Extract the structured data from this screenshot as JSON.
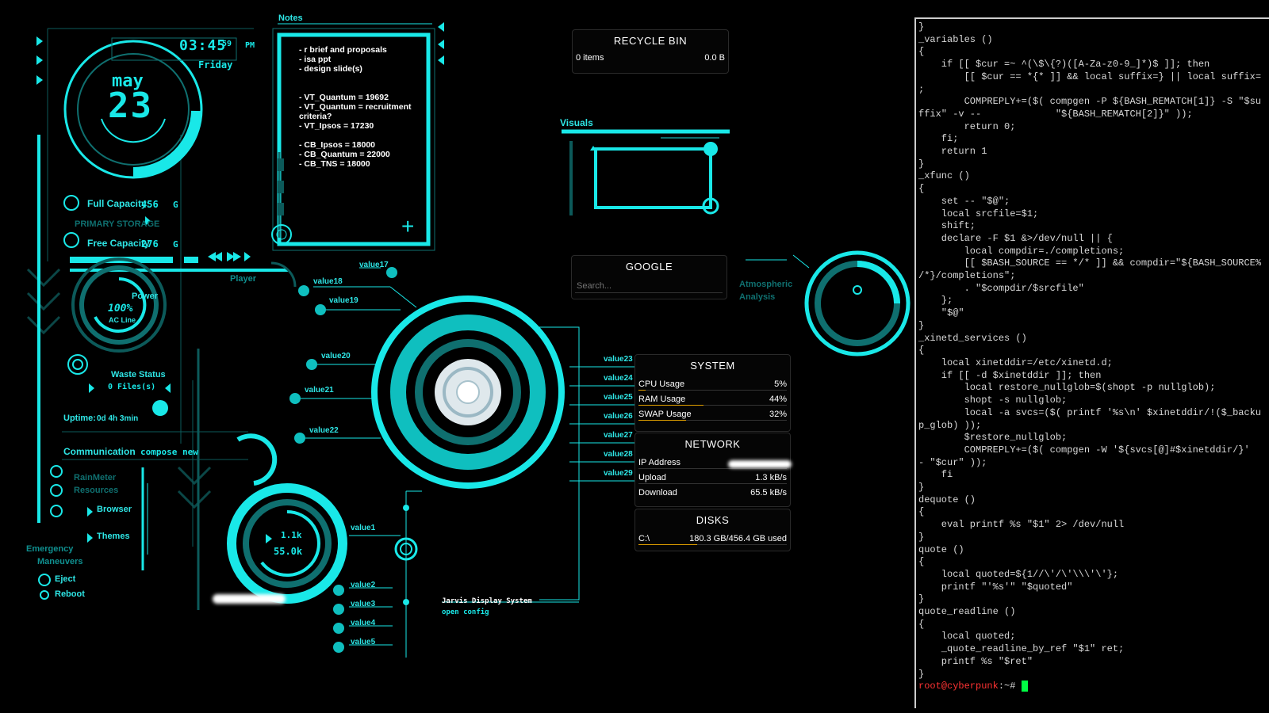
{
  "clock": {
    "time": "03:45",
    "seconds": "59",
    "ampm": "PM",
    "day": "Friday",
    "month": "may",
    "date": "23"
  },
  "notes": {
    "title": "Notes",
    "lines": [
      "- r brief and proposals",
      "- isa ppt",
      "- design slide(s)",
      "",
      "",
      "- VT_Quantum = 19692",
      "- VT_Quantum = recruitment",
      "criteria?",
      "- VT_Ipsos = 17230",
      "",
      "- CB_Ipsos = 18000",
      "- CB_Quantum = 22000",
      "- CB_TNS = 18000"
    ],
    "add": "+"
  },
  "storage": {
    "full_label": "Full Capacity:",
    "full_value": "456",
    "full_unit": "G",
    "primary": "PRIMARY STORAGE",
    "free_label": "Free Capacity",
    "free_value": "276",
    "free_unit": "G"
  },
  "player": {
    "label": "Player"
  },
  "power": {
    "label": "Power",
    "percent": "100%",
    "source": "AC Line"
  },
  "waste": {
    "label": "Waste Status",
    "files": "0 Files(s)"
  },
  "uptime": {
    "label": "Uptime:",
    "value": "0d 4h 3min"
  },
  "communication": {
    "label": "Communication",
    "compose": "compose new"
  },
  "rainmeter": {
    "line1": "RainMeter",
    "line2": "Resources",
    "browser": "Browser",
    "themes": "Themes"
  },
  "emergency": {
    "line1": "Emergency",
    "line2": "Maneuvers",
    "eject": "Eject",
    "reboot": "Reboot"
  },
  "gauge": {
    "top": "1.1k",
    "bottom": "55.0k"
  },
  "values": {
    "v1": "value1",
    "v2": "value2",
    "v3": "value3",
    "v4": "value4",
    "v5": "value5",
    "v17": "value17",
    "v18": "value18",
    "v19": "value19",
    "v20": "value20",
    "v21": "value21",
    "v22": "value22",
    "v23": "value23",
    "v24": "value24",
    "v25": "value25",
    "v26": "value26",
    "v27": "value27",
    "v28": "value28",
    "v29": "value29"
  },
  "jarvis": {
    "line1": "Jarvis Display System",
    "line2": "open config"
  },
  "recycle": {
    "title": "RECYCLE BIN",
    "items": "0 items",
    "size": "0.0 B"
  },
  "visuals": {
    "label": "Visuals"
  },
  "google": {
    "title": "GOOGLE",
    "placeholder": "Search..."
  },
  "atmospheric": {
    "line1": "Atmospheric",
    "line2": "Analysis"
  },
  "system": {
    "title": "SYSTEM",
    "cpu_label": "CPU Usage",
    "cpu_value": "5%",
    "cpu_pct": 5,
    "ram_label": "RAM Usage",
    "ram_value": "44%",
    "ram_pct": 44,
    "swap_label": "SWAP Usage",
    "swap_value": "32%",
    "swap_pct": 32
  },
  "network": {
    "title": "NETWORK",
    "ip_label": "IP Address",
    "upload_label": "Upload",
    "upload_value": "1.3 kB/s",
    "download_label": "Download",
    "download_value": "65.5 kB/s"
  },
  "disks": {
    "title": "DISKS",
    "drive": "C:\\",
    "usage": "180.3 GB/456.4 GB used",
    "used_pct": 39.5
  },
  "terminal": {
    "lines": [
      "}",
      "_variables ()",
      "{",
      "    if [[ $cur =~ ^(\\$\\{?)([A-Za-z0-9_]*)$ ]]; then",
      "        [[ $cur == *{* ]] && local suffix=} || local suffix=",
      ";",
      "        COMPREPLY+=($( compgen -P ${BASH_REMATCH[1]} -S \"$su",
      "ffix\" -v --             \"${BASH_REMATCH[2]}\" ));",
      "        return 0;",
      "    fi;",
      "    return 1",
      "}",
      "_xfunc ()",
      "{",
      "    set -- \"$@\";",
      "    local srcfile=$1;",
      "    shift;",
      "    declare -F $1 &>/dev/null || {",
      "        local compdir=./completions;",
      "        [[ $BASH_SOURCE == */* ]] && compdir=\"${BASH_SOURCE%",
      "/*}/completions\";",
      "        . \"$compdir/$srcfile\"",
      "    };",
      "    \"$@\"",
      "}",
      "_xinetd_services ()",
      "{",
      "    local xinetddir=/etc/xinetd.d;",
      "    if [[ -d $xinetddir ]]; then",
      "        local restore_nullglob=$(shopt -p nullglob);",
      "        shopt -s nullglob;",
      "        local -a svcs=($( printf '%s\\n' $xinetddir/!($_backu",
      "p_glob) ));",
      "        $restore_nullglob;",
      "        COMPREPLY+=($( compgen -W '${svcs[@]#$xinetddir/}'",
      "- \"$cur\" ));",
      "    fi",
      "}",
      "dequote ()",
      "{",
      "    eval printf %s \"$1\" 2> /dev/null",
      "}",
      "quote ()",
      "{",
      "    local quoted=${1//\\'/\\'\\\\\\'\\'};",
      "    printf \"'%s'\" \"$quoted\"",
      "}",
      "quote_readline ()",
      "{",
      "    local quoted;",
      "    _quote_readline_by_ref \"$1\" ret;",
      "    printf %s \"$ret\"",
      "}"
    ],
    "prompt_user": "root@cyberpunk",
    "prompt_path": ":~#"
  },
  "colors": {
    "accent": "#19e8e8",
    "dim": "#0f6f6f",
    "bar": "#e0a000",
    "prompt": "#ff3333",
    "cursor": "#00ff44"
  }
}
